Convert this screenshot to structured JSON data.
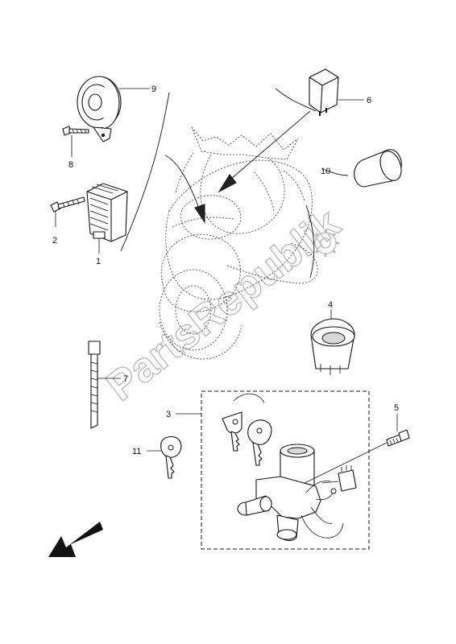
{
  "diagram": {
    "watermark_text": "PartsRepublik",
    "callouts": {
      "c1": "1",
      "c2": "2",
      "c3": "3",
      "c4": "4",
      "c5": "5",
      "c6": "6",
      "c7": "7",
      "c8": "8",
      "c9": "9",
      "c10": "10",
      "c11": "11"
    },
    "icons": {
      "front_arrow": "front-direction-arrow",
      "watermark_logo": "gear-logo-icon"
    }
  }
}
